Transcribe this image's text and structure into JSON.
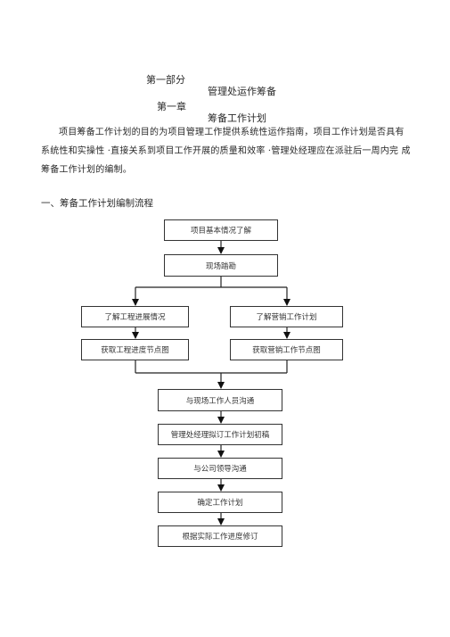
{
  "part": {
    "number": "第一部分",
    "title": "管理处运作筹备"
  },
  "chapter": {
    "number": "第一章",
    "title": "筹备工作计划"
  },
  "paragraph": {
    "lines": [
      "项目筹备工作计划的目的为项目管理工作提供系统性运作指南，项目工作计划是否具有",
      "系统性和实操性 ·直接关系到项目工作开展的质量和效率 ·管理处经理应在派驻后一周内完 成",
      "筹备工作计划的编制。"
    ]
  },
  "section_title": "一、筹备工作计划编制流程",
  "flowchart": {
    "steps": [
      "项目基本情况了解",
      "现场踏勘",
      "了解工程进展情况",
      "了解营销工作计划",
      "获取工程进度节点图",
      "获取营销工作节点图",
      "与现场工作人员沟通",
      "管理处经理拟订工作计划初稿",
      "与公司领导沟通",
      "确定工作计划",
      "根据实际工作进度修订"
    ]
  }
}
